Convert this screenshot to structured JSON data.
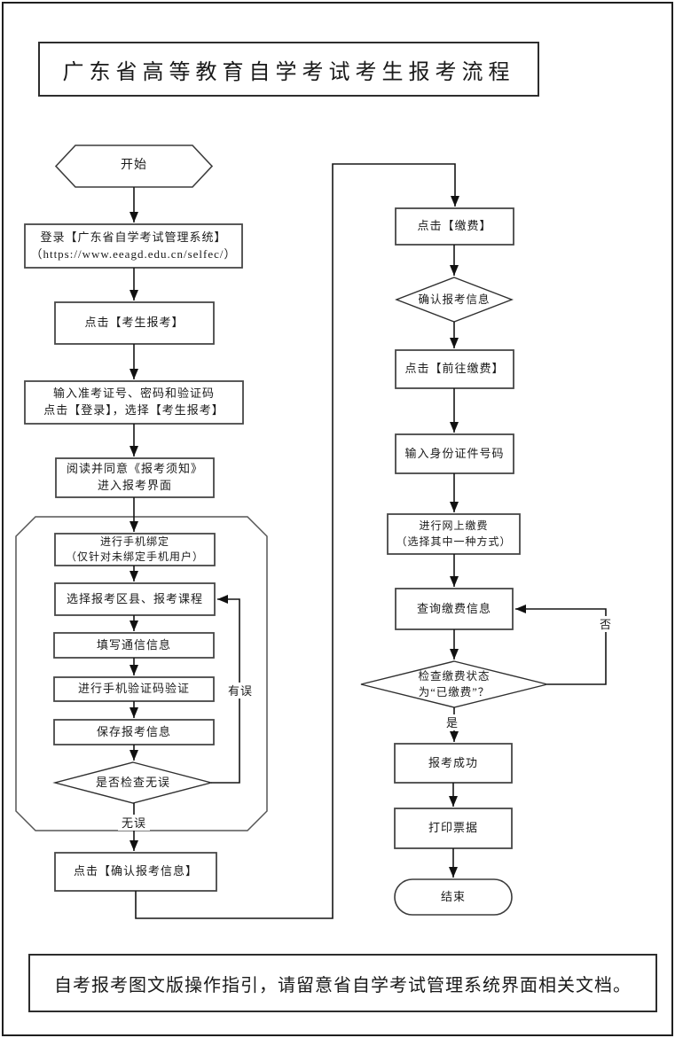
{
  "page": {
    "title": "广东省高等教育自学考试考生报考流程",
    "footer_note": "自考报考图文版操作指引，请留意省自学考试管理系统界面相关文档。"
  },
  "nodes": {
    "start": {
      "type": "terminator-hexagon",
      "label": "开始"
    },
    "login": {
      "type": "process",
      "label": "登录【广东省自学考试管理系统】\n（https://www.eeagd.edu.cn/selfec/）"
    },
    "click_candidate_register": {
      "type": "process",
      "label": "点击【考生报考】"
    },
    "enter_credentials": {
      "type": "process",
      "label": "输入准考证号、密码和验证码\n点击【登录】，选择【考生报考】"
    },
    "read_notice": {
      "type": "process",
      "label": "阅读并同意《报考须知》\n进入报考界面"
    },
    "bind_phone": {
      "type": "process",
      "label": "进行手机绑定\n（仅针对未绑定手机用户）"
    },
    "select_district_courses": {
      "type": "process",
      "label": "选择报考区县、报考课程"
    },
    "fill_contact_info": {
      "type": "process",
      "label": "填写通信信息"
    },
    "phone_verification": {
      "type": "process",
      "label": "进行手机验证码验证"
    },
    "save_registration": {
      "type": "process",
      "label": "保存报考信息"
    },
    "check_correct_decision": {
      "type": "decision",
      "label": "是否检查无误"
    },
    "confirm_registration": {
      "type": "process",
      "label": "点击【确认报考信息】"
    },
    "click_pay": {
      "type": "process",
      "label": "点击【缴费】"
    },
    "confirm_info_decision": {
      "type": "decision",
      "label": "确认报考信息"
    },
    "go_to_pay": {
      "type": "process",
      "label": "点击【前往缴费】"
    },
    "enter_id_number": {
      "type": "process",
      "label": "输入身份证件号码"
    },
    "online_payment": {
      "type": "process",
      "label": "进行网上缴费\n（选择其中一种方式）"
    },
    "query_payment_info": {
      "type": "process",
      "label": "查询缴费信息"
    },
    "check_payment_status": {
      "type": "decision",
      "label": "检查缴费状态\n为“已缴费”？"
    },
    "registration_success": {
      "type": "process",
      "label": "报考成功"
    },
    "print_receipt": {
      "type": "process",
      "label": "打印票据"
    },
    "end": {
      "type": "terminator-stadium",
      "label": "结束"
    }
  },
  "edge_labels": {
    "has_error": "有误",
    "no_error": "无误",
    "yes": "是",
    "no": "否"
  },
  "colors": {
    "background": "#ffffff",
    "connector_line": "#1a1a1a",
    "shape_border": "#474747",
    "text": "#1a1a1a"
  }
}
